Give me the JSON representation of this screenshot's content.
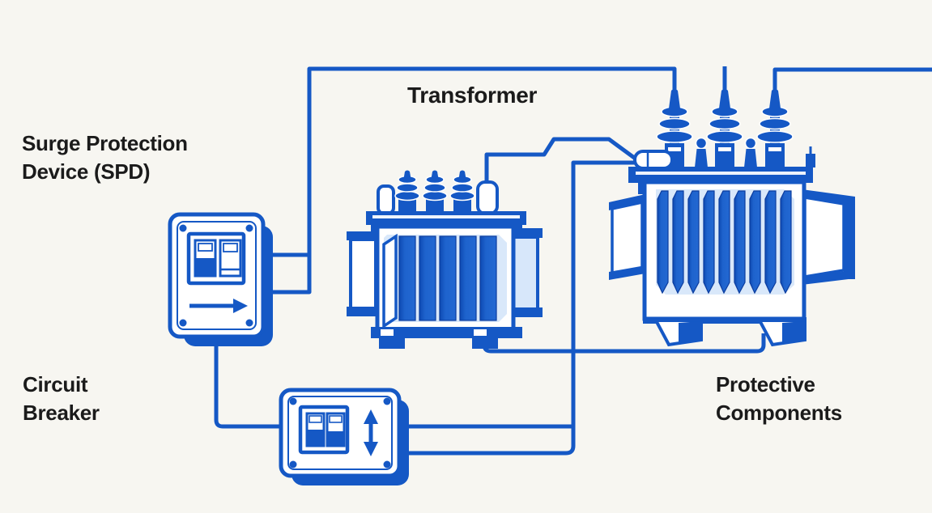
{
  "diagram": {
    "type": "electrical-protection-system",
    "labels": {
      "transformer": "Transformer",
      "surge_protection_device": [
        "Surge Protection",
        "Device (SPD)"
      ],
      "circuit_breaker": [
        "Circuit",
        "Breaker"
      ],
      "protective_components": [
        "Protective",
        "Components"
      ]
    },
    "colors": {
      "background": "#f7f6f1",
      "line_blue": "#1558c5",
      "dark_blue": "#0e4ab2",
      "fin_blue": "#1e63cd",
      "light_blue_fill": "#d9e8fa",
      "label_text": "#1b1b1b"
    }
  }
}
